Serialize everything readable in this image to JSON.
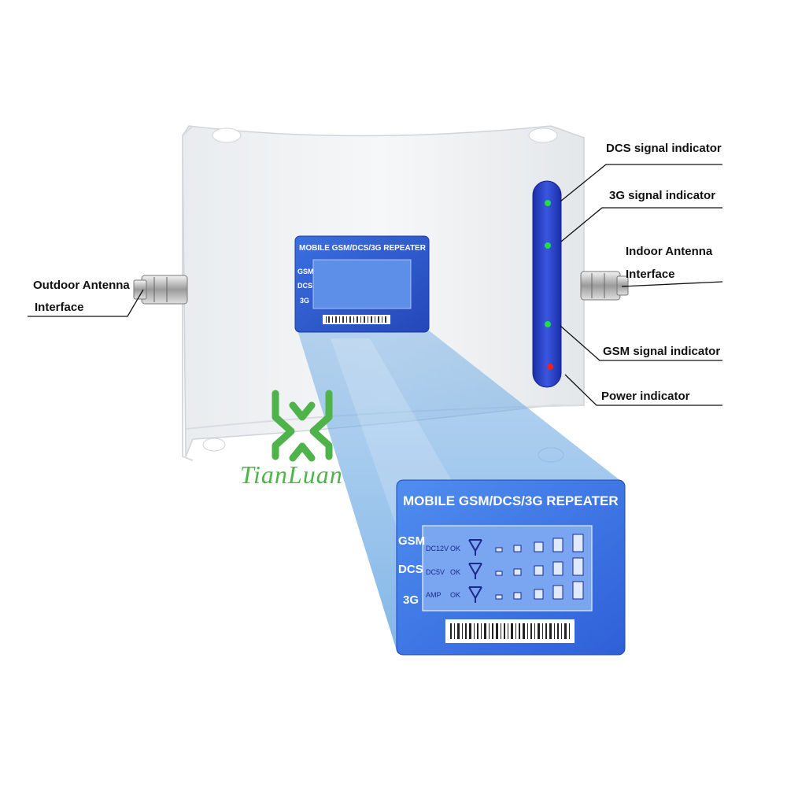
{
  "panel_title": "MOBILE GSM/DCS/3G REPEATER",
  "bands": [
    "GSM",
    "DCS",
    "3G"
  ],
  "status_rows": [
    {
      "label": "DC12V",
      "state": "OK"
    },
    {
      "label": "DC5V",
      "state": "OK"
    },
    {
      "label": "AMP",
      "state": "OK"
    }
  ],
  "brand": "TianLuan",
  "callouts": {
    "outdoor_line1": "Outdoor Antenna",
    "outdoor_line2": "Interface",
    "dcs": "DCS signal indicator",
    "three_g": "3G signal indicator",
    "indoor_line1": "Indoor Antenna",
    "indoor_line2": "Interface",
    "gsm": "GSM signal indicator",
    "power": "Power indicator"
  },
  "colors": {
    "led_green": "#22dd44",
    "led_red": "#ee2222",
    "brand_green": "#4db34a",
    "lcd_blue": "#2f5fd8"
  }
}
